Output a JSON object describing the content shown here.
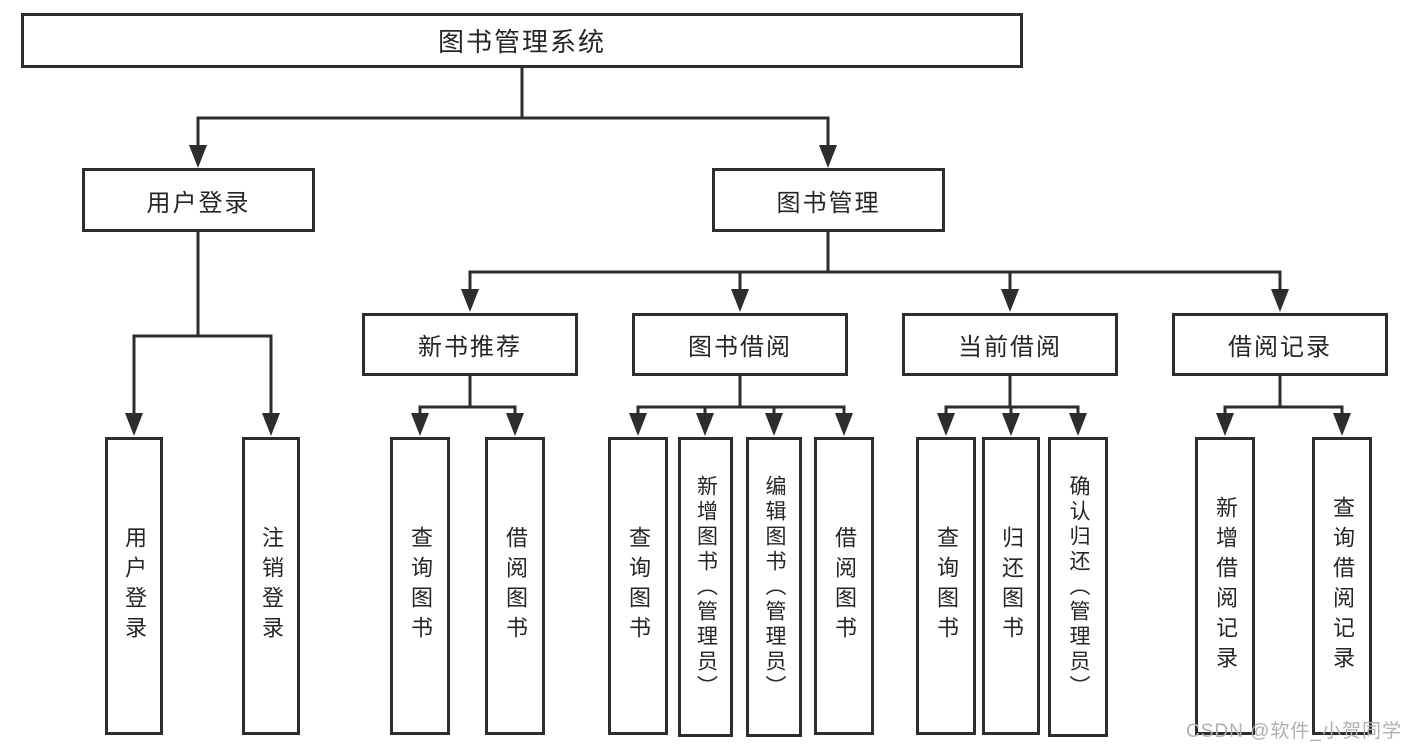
{
  "nodes": {
    "root": {
      "label": "图书管理系统"
    },
    "user_login": {
      "label": "用户登录"
    },
    "book_mgmt": {
      "label": "图书管理"
    },
    "new_book_rec": {
      "label": "新书推荐"
    },
    "book_borrow": {
      "label": "图书借阅"
    },
    "current_borrow": {
      "label": "当前借阅"
    },
    "borrow_record": {
      "label": "借阅记录"
    },
    "leaf_user_login": {
      "label": "用户登录"
    },
    "leaf_logout": {
      "label": "注销登录"
    },
    "leaf_nb_query": {
      "label": "查询图书"
    },
    "leaf_nb_borrow": {
      "label": "借阅图书"
    },
    "leaf_bb_query": {
      "label": "查询图书"
    },
    "leaf_bb_add": {
      "label": "新增图书（管理员）"
    },
    "leaf_bb_edit": {
      "label": "编辑图书（管理员）"
    },
    "leaf_bb_borrow": {
      "label": "借阅图书"
    },
    "leaf_cb_query": {
      "label": "查询图书"
    },
    "leaf_cb_return": {
      "label": "归还图书"
    },
    "leaf_cb_confirm": {
      "label": "确认归还（管理员）"
    },
    "leaf_br_add": {
      "label": "新增借阅记录"
    },
    "leaf_br_query": {
      "label": "查询借阅记录"
    }
  },
  "watermark": {
    "text": "CSDN @软件_小贺同学"
  },
  "colors": {
    "line": "#2d2d2d",
    "box_border": "#2d2d2d",
    "text": "#262626",
    "watermark": "#b0b0b0",
    "background": "#ffffff"
  }
}
